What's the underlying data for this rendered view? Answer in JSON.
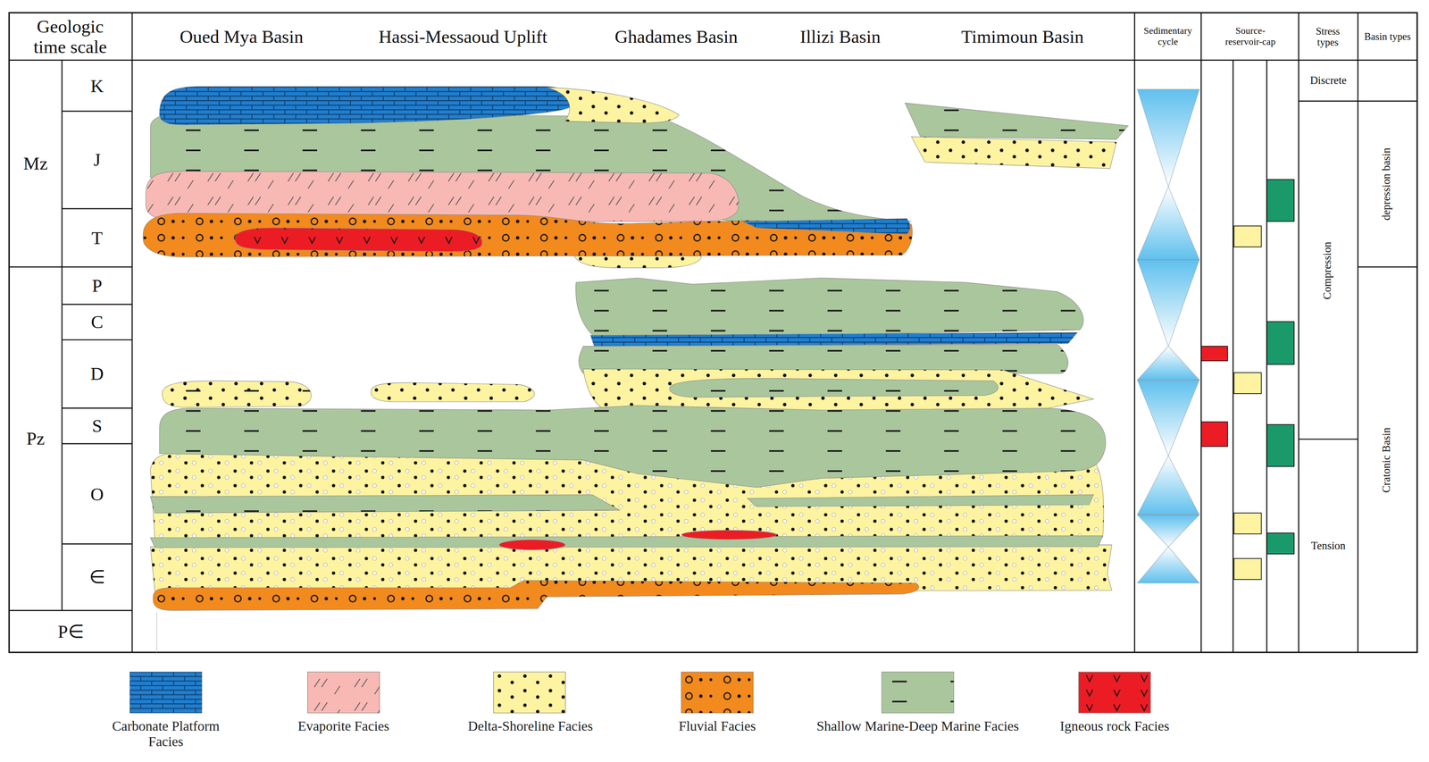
{
  "diagram": {
    "labels": [
      "Geologic time scale",
      "Oued Mya Basin",
      "Hassi-Messaoud Uplift",
      "Ghadames Basin",
      "Illizi Basin",
      "Timimoun Basin",
      "Sedimentary cycle",
      "Source-reservoir-cap",
      "Stress types",
      "Basin types",
      "Mz",
      "K",
      "J",
      "T",
      "Pz",
      "P",
      "C",
      "D",
      "S",
      "O",
      "∈",
      "P∈",
      "Discrete",
      "Compression",
      "Tension",
      "depression basin",
      "Cratonic Basin"
    ],
    "legend": [
      {
        "text": "Carbonate Platform Facies",
        "color": "#1f7fd0"
      },
      {
        "text": "Evaporite Facies",
        "color": "#f8b9b4"
      },
      {
        "text": "Delta-Shoreline Facies",
        "color": "#fdf3a0"
      },
      {
        "text": "Fluvial Facies",
        "color": "#f28a1e"
      },
      {
        "text": "Shallow Marine-Deep Marine Facies",
        "color": "#aac69c"
      },
      {
        "text": "Igneous rock Facies",
        "color": "#ec1c24"
      }
    ]
  }
}
